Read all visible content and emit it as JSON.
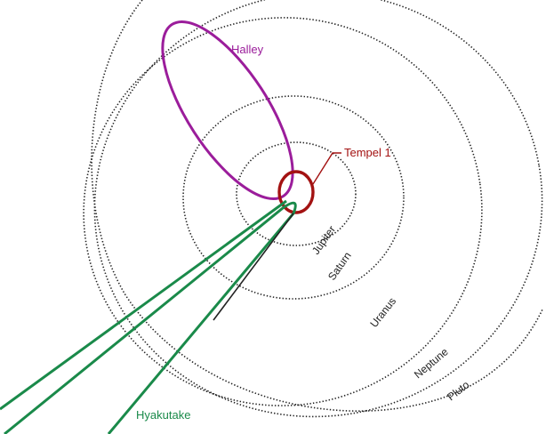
{
  "planets": [
    {
      "id": "jupiter",
      "label": "Jupiter"
    },
    {
      "id": "saturn",
      "label": "Saturn"
    },
    {
      "id": "uranus",
      "label": "Uranus"
    },
    {
      "id": "neptune",
      "label": "Neptune"
    },
    {
      "id": "pluto",
      "label": "Pluto"
    }
  ],
  "comets": [
    {
      "id": "halley",
      "label": "Halley",
      "color": "#9b1d9b"
    },
    {
      "id": "tempel1",
      "label": "Tempel 1",
      "color": "#a31212"
    },
    {
      "id": "hyakutake",
      "label": "Hyakutake",
      "color": "#1a8a4a"
    }
  ]
}
